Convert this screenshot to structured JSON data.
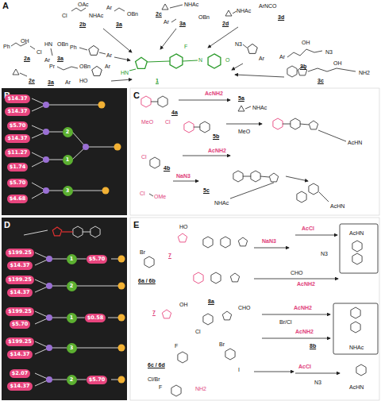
{
  "diagram": {
    "nodes": [
      {
        "text": [
          "$14.37"
        ]
      },
      {
        "text": [
          "$14.37"
        ]
      },
      {
        "text": [
          "$5.70"
        ]
      },
      {
        "text": [
          "2"
        ]
      },
      {
        "text": [
          "$14.37"
        ]
      },
      {
        "text": [
          "$11.27"
        ]
      },
      {
        "text": [
          "1"
        ]
      },
      {
        "text": [
          "$1.74"
        ]
      },
      {
        "text": [
          "$5.70"
        ]
      },
      {
        "text": [
          "3"
        ]
      },
      {
        "text": [
          "$4.68"
        ]
      },
      {
        "text": [
          "$199.25"
        ]
      },
      {
        "text": [
          "1"
        ]
      },
      {
        "text": [
          "$5.70"
        ]
      },
      {
        "text": [
          "$14.37"
        ]
      },
      {
        "text": [
          "$199.25"
        ]
      },
      {
        "text": [
          "2"
        ]
      },
      {
        "text": [
          "$14.37"
        ]
      },
      {
        "text": [
          "$199.25"
        ]
      },
      {
        "text": [
          "1"
        ]
      },
      {
        "text": [
          "$0.58"
        ]
      },
      {
        "text": [
          "$5.70"
        ]
      },
      {
        "text": [
          "$199.25"
        ]
      },
      {
        "text": [
          "3"
        ]
      },
      {
        "text": [
          "$14.37"
        ]
      },
      {
        "text": [
          "$2.07"
        ]
      },
      {
        "text": [
          "2"
        ]
      },
      {
        "text": [
          "$5.70"
        ]
      },
      {
        "text": [
          "$14.37"
        ]
      }
    ],
    "edges": [
      {
        "from": 12,
        "to": 13,
        "arrow": "none"
      },
      {
        "from": 19,
        "to": 20,
        "arrow": "none"
      },
      {
        "from": 26,
        "to": 27,
        "arrow": "none"
      }
    ],
    "labels": [
      "A",
      "OAc",
      "Cl",
      "NHAc",
      "2b",
      "Ar",
      "OBn",
      "3a",
      "2c",
      "NHAc",
      "Ar",
      "3a",
      "OBn",
      "2d",
      "NHAc",
      "ArNCO",
      "3d",
      "Ph",
      "OH",
      "Cl",
      "2a",
      "HN",
      "OBn",
      "Ar",
      "3a",
      "Ph",
      "Ar",
      "N3",
      "Ar",
      "Ar",
      "OH",
      "N3",
      "3b",
      "2e",
      "Pr",
      "OBn",
      "Ar",
      "3a",
      "HO",
      "Ar",
      "HN",
      "1",
      "F",
      "N",
      "O",
      "3c",
      "NH2",
      "OH",
      "C",
      "4a",
      "AcNH2",
      "5a",
      "NHAc",
      "MeO",
      "Cl",
      "5b",
      "AcHN",
      "4b",
      "AcNH2",
      "NaN3",
      "Cl",
      "Cl",
      "OMe",
      "5c",
      "NHAc",
      "AcHN",
      "MeO",
      "B",
      "D",
      "E",
      "7",
      "HO",
      "6a / 6b",
      "Br",
      "NaN3",
      "AcCl",
      "N3",
      "AcHN",
      "8a",
      "CHO",
      "AcNH2",
      "7",
      "OH",
      "Cl",
      "CHO",
      "AcNH2",
      "Br/Cl",
      "AcNH2",
      "8b",
      "NHAc",
      "6c / 6d",
      "Cl/Br",
      "F",
      "Br",
      "I",
      "AcCl",
      "N3",
      "AcHN",
      "F",
      "NH2"
    ]
  }
}
